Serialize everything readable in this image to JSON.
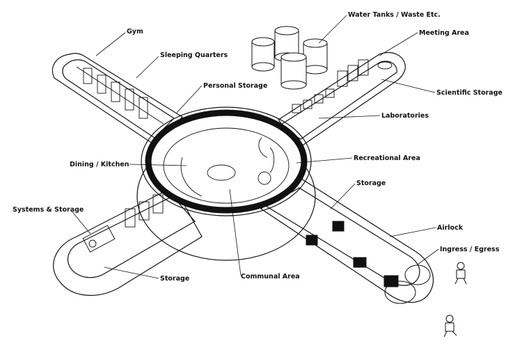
{
  "diagram": {
    "labels": {
      "gym": "Gym",
      "sleeping_quarters": "Sleeping Quarters",
      "personal_storage": "Personal Storage",
      "water_tanks": "Water Tanks / Waste Etc.",
      "meeting_area": "Meeting Area",
      "scientific_storage": "Scientific Storage",
      "laboratories": "Laboratories",
      "dining_kitchen": "Dining / Kitchen",
      "recreational_area": "Recreational Area",
      "storage_right": "Storage",
      "systems_storage": "Systems & Storage",
      "airlock": "Airlock",
      "ingress_egress": "Ingress / Egress",
      "storage_bottom": "Storage",
      "communal_area": "Communal Area"
    },
    "colors": {
      "ink": "#111111",
      "paper": "#ffffff",
      "shade": "#e6e6e6"
    }
  }
}
